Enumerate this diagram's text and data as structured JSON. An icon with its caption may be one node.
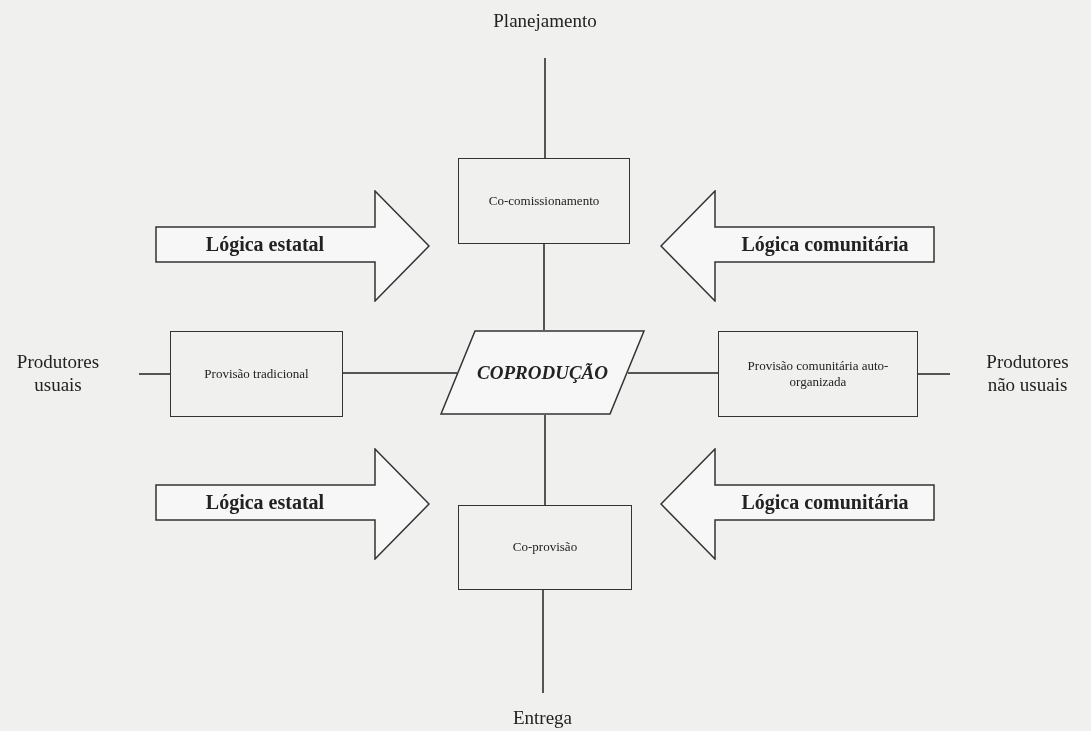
{
  "diagram": {
    "nodes": [
      {
        "text": [
          "Planejamento"
        ]
      },
      {
        "text": [
          "Lógica estatal"
        ]
      },
      {
        "text": [
          "Co-comissionamento"
        ]
      },
      {
        "text": [
          "Lógica comunitária"
        ]
      },
      {
        "text": [
          "Produtores usuais"
        ]
      },
      {
        "text": [
          "Provisão tradicional"
        ]
      },
      {
        "text": [
          "COPRODUÇÃO"
        ]
      },
      {
        "text": [
          "Provisão comunitária auto-organizada"
        ]
      },
      {
        "text": [
          "Produtores não usuais"
        ]
      },
      {
        "text": [
          "Lógica estatal"
        ]
      },
      {
        "text": [
          "Co-provisão"
        ]
      },
      {
        "text": [
          "Lógica comunitária"
        ]
      },
      {
        "text": [
          "Entrega"
        ]
      }
    ],
    "edges": [
      {
        "from": 0,
        "to": 2,
        "arrow": "none"
      },
      {
        "from": 2,
        "to": 6,
        "arrow": "none"
      },
      {
        "from": 4,
        "to": 5,
        "arrow": "none"
      },
      {
        "from": 5,
        "to": 6,
        "arrow": "none"
      },
      {
        "from": 6,
        "to": 7,
        "arrow": "none"
      },
      {
        "from": 7,
        "to": 8,
        "arrow": "none"
      },
      {
        "from": 6,
        "to": 10,
        "arrow": "none"
      },
      {
        "from": 10,
        "to": 12,
        "arrow": "none"
      }
    ]
  }
}
